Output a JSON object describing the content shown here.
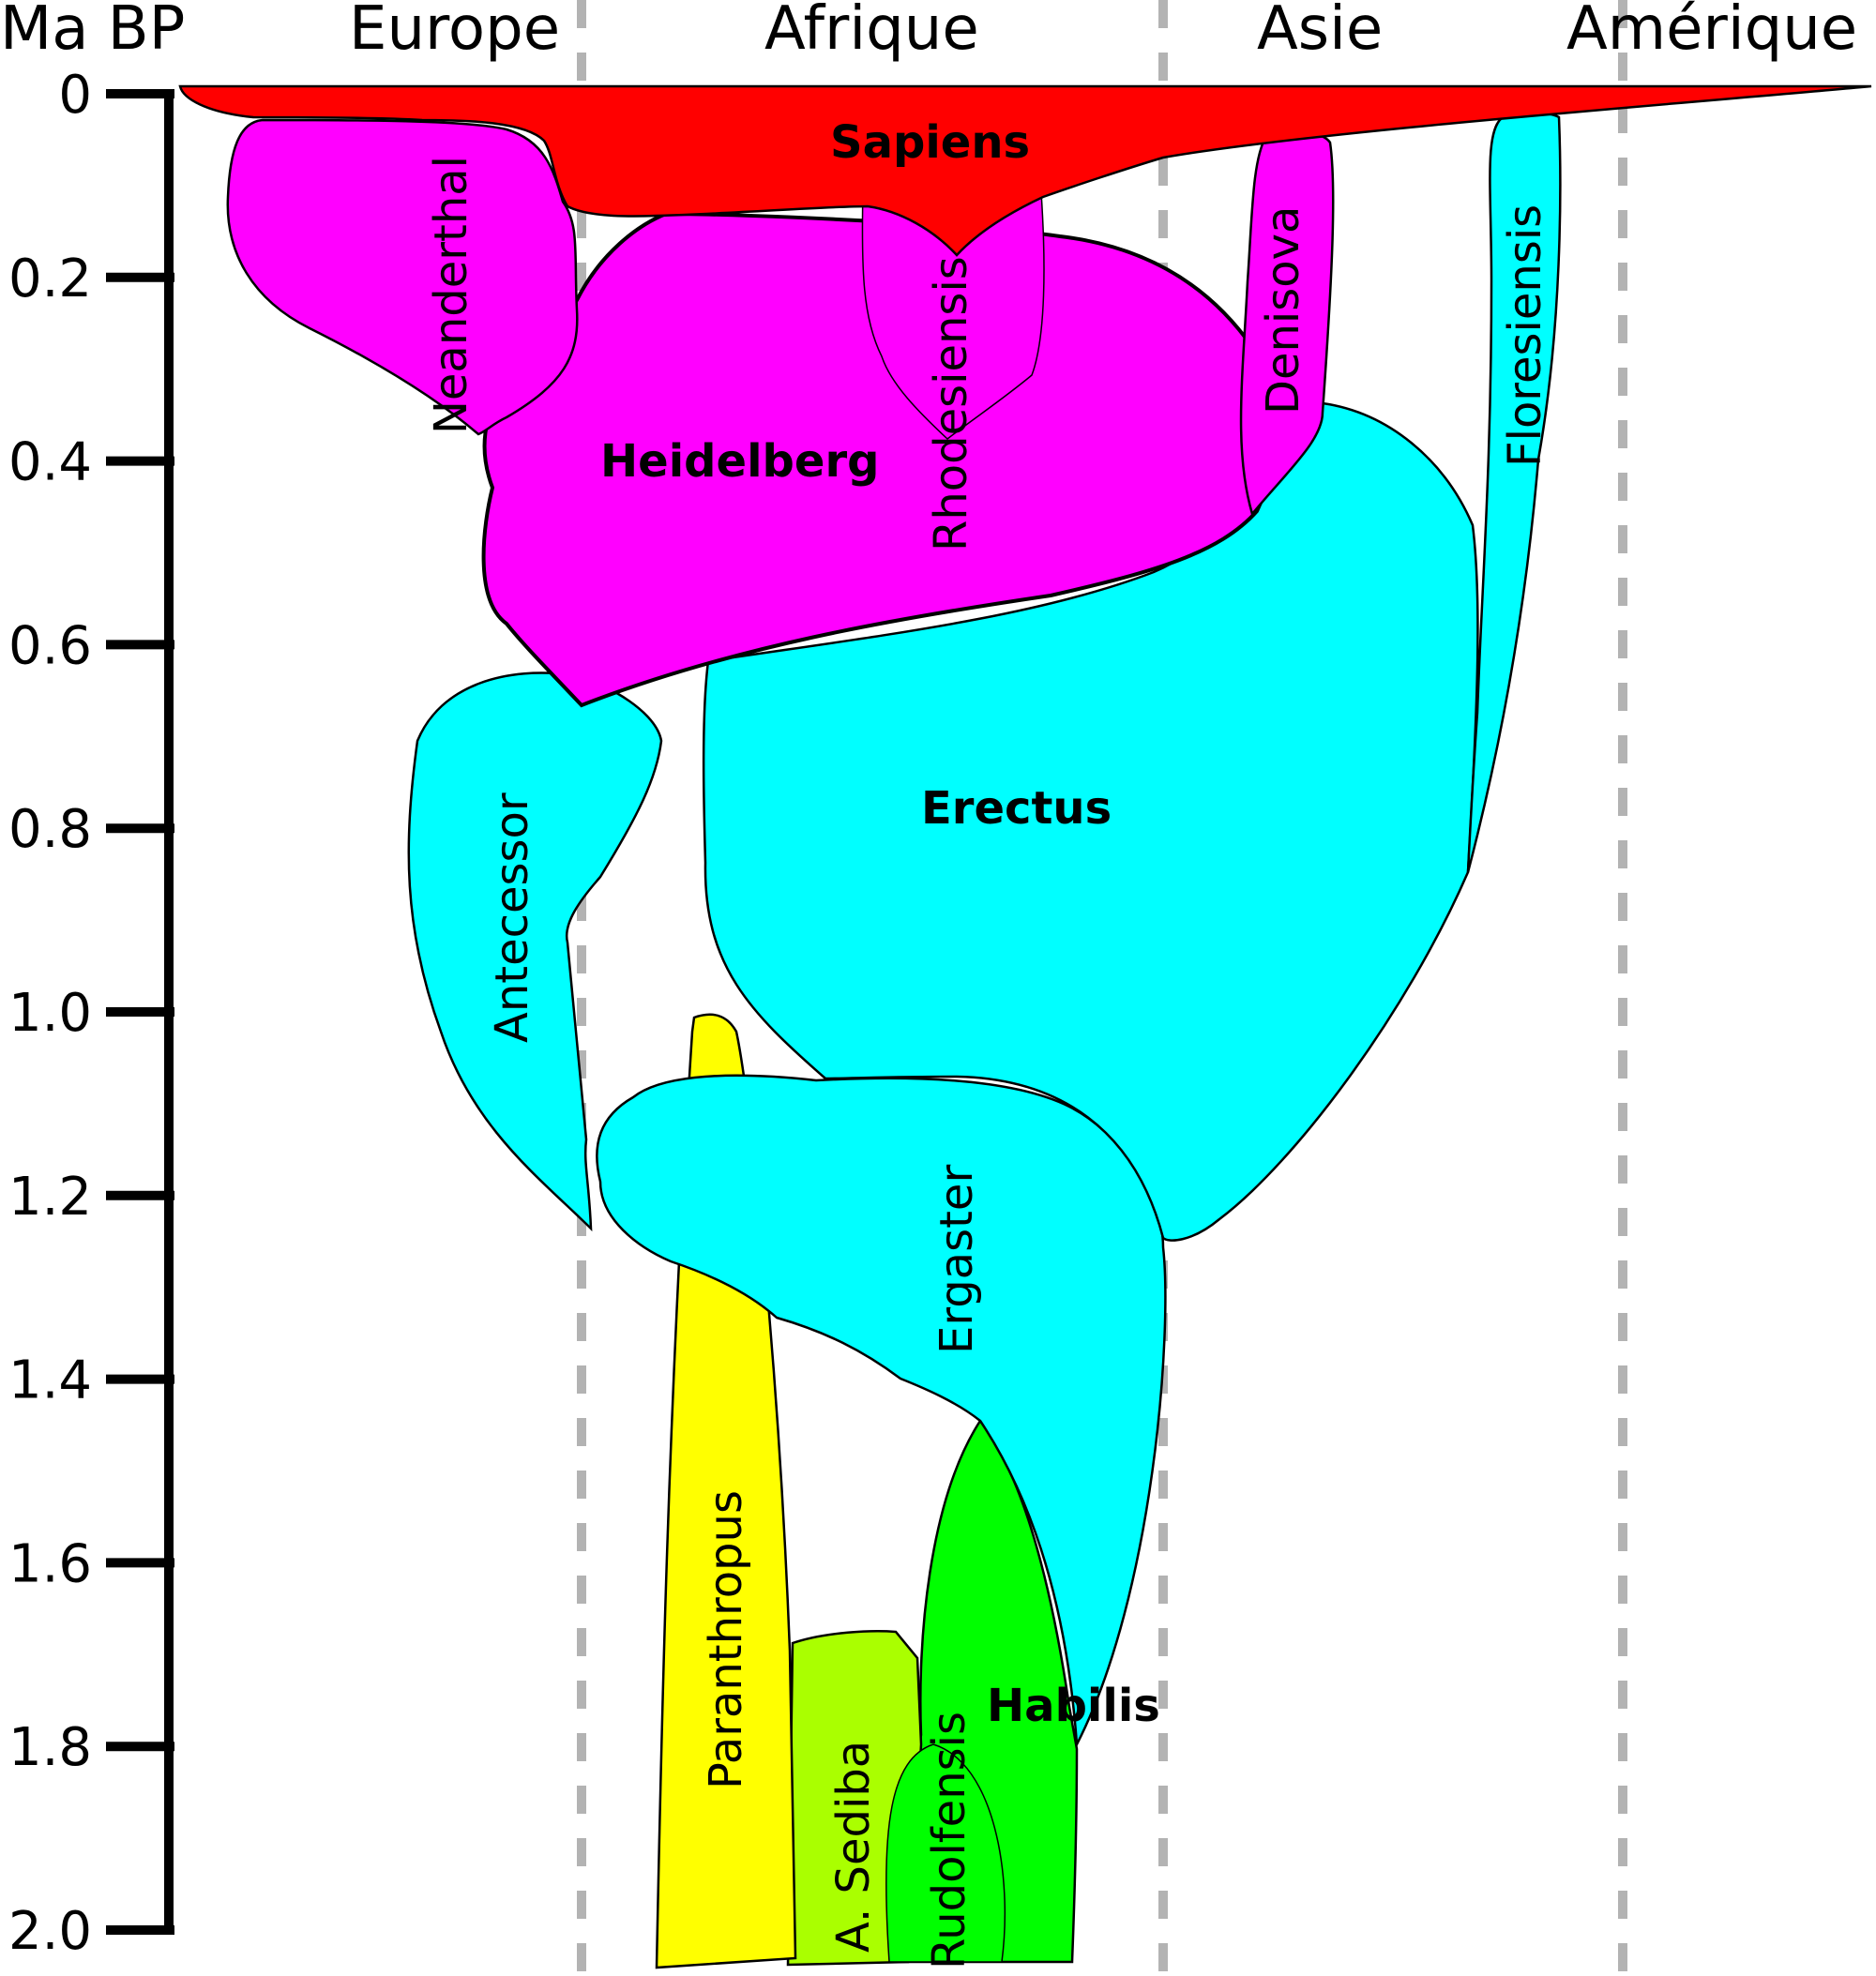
{
  "axis": {
    "unit": "Ma BP",
    "ticks": [
      "0",
      "0.2",
      "0.4",
      "0.6",
      "0.8",
      "1.0",
      "1.2",
      "1.4",
      "1.6",
      "1.8",
      "2.0"
    ]
  },
  "regions": [
    "Europe",
    "Afrique",
    "Asie",
    "Amérique"
  ],
  "species": {
    "sapiens": "Sapiens",
    "neanderthal": "Neanderthal",
    "heidelberg": "Heidelberg",
    "rhodesiensis": "Rhodesiensis",
    "denisova": "Denisova",
    "floresiensis": "Floresiensis",
    "antecessor": "Antecessor",
    "erectus": "Erectus",
    "ergaster": "Ergaster",
    "paranthropus": "Paranthropus",
    "sediba": "A. Sediba",
    "rudolfensis": "Rudolfensis",
    "habilis": "Habilis"
  },
  "colors": {
    "sapiens": "#ff0000",
    "archaic": "#ff00ff",
    "erectus_group": "#00ffff",
    "paranthropus": "#ffff00",
    "sediba": "#aaff00",
    "habilis": "#00ff00",
    "divider": "#b3b3b3"
  }
}
